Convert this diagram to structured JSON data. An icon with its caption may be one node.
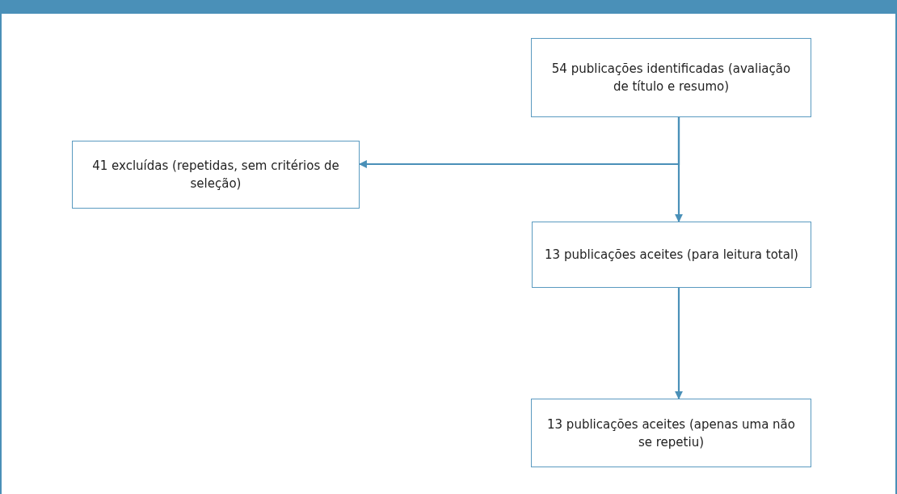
{
  "diagram": {
    "nodes": [
      {
        "text": [
          "54 publicações identificadas (avaliação de título e resumo)"
        ]
      },
      {
        "text": [
          "41 excluídas (repetidas, sem critérios de seleção)"
        ]
      },
      {
        "text": [
          "13 publicações aceites (para leitura total)"
        ]
      },
      {
        "text": [
          "13 publicações aceites (apenas uma não se repetiu)"
        ]
      }
    ],
    "edges": [
      {
        "from": 0,
        "to": 1,
        "arrow": "to"
      },
      {
        "from": 0,
        "to": 2,
        "arrow": "to"
      },
      {
        "from": 2,
        "to": 3,
        "arrow": "to"
      }
    ]
  }
}
